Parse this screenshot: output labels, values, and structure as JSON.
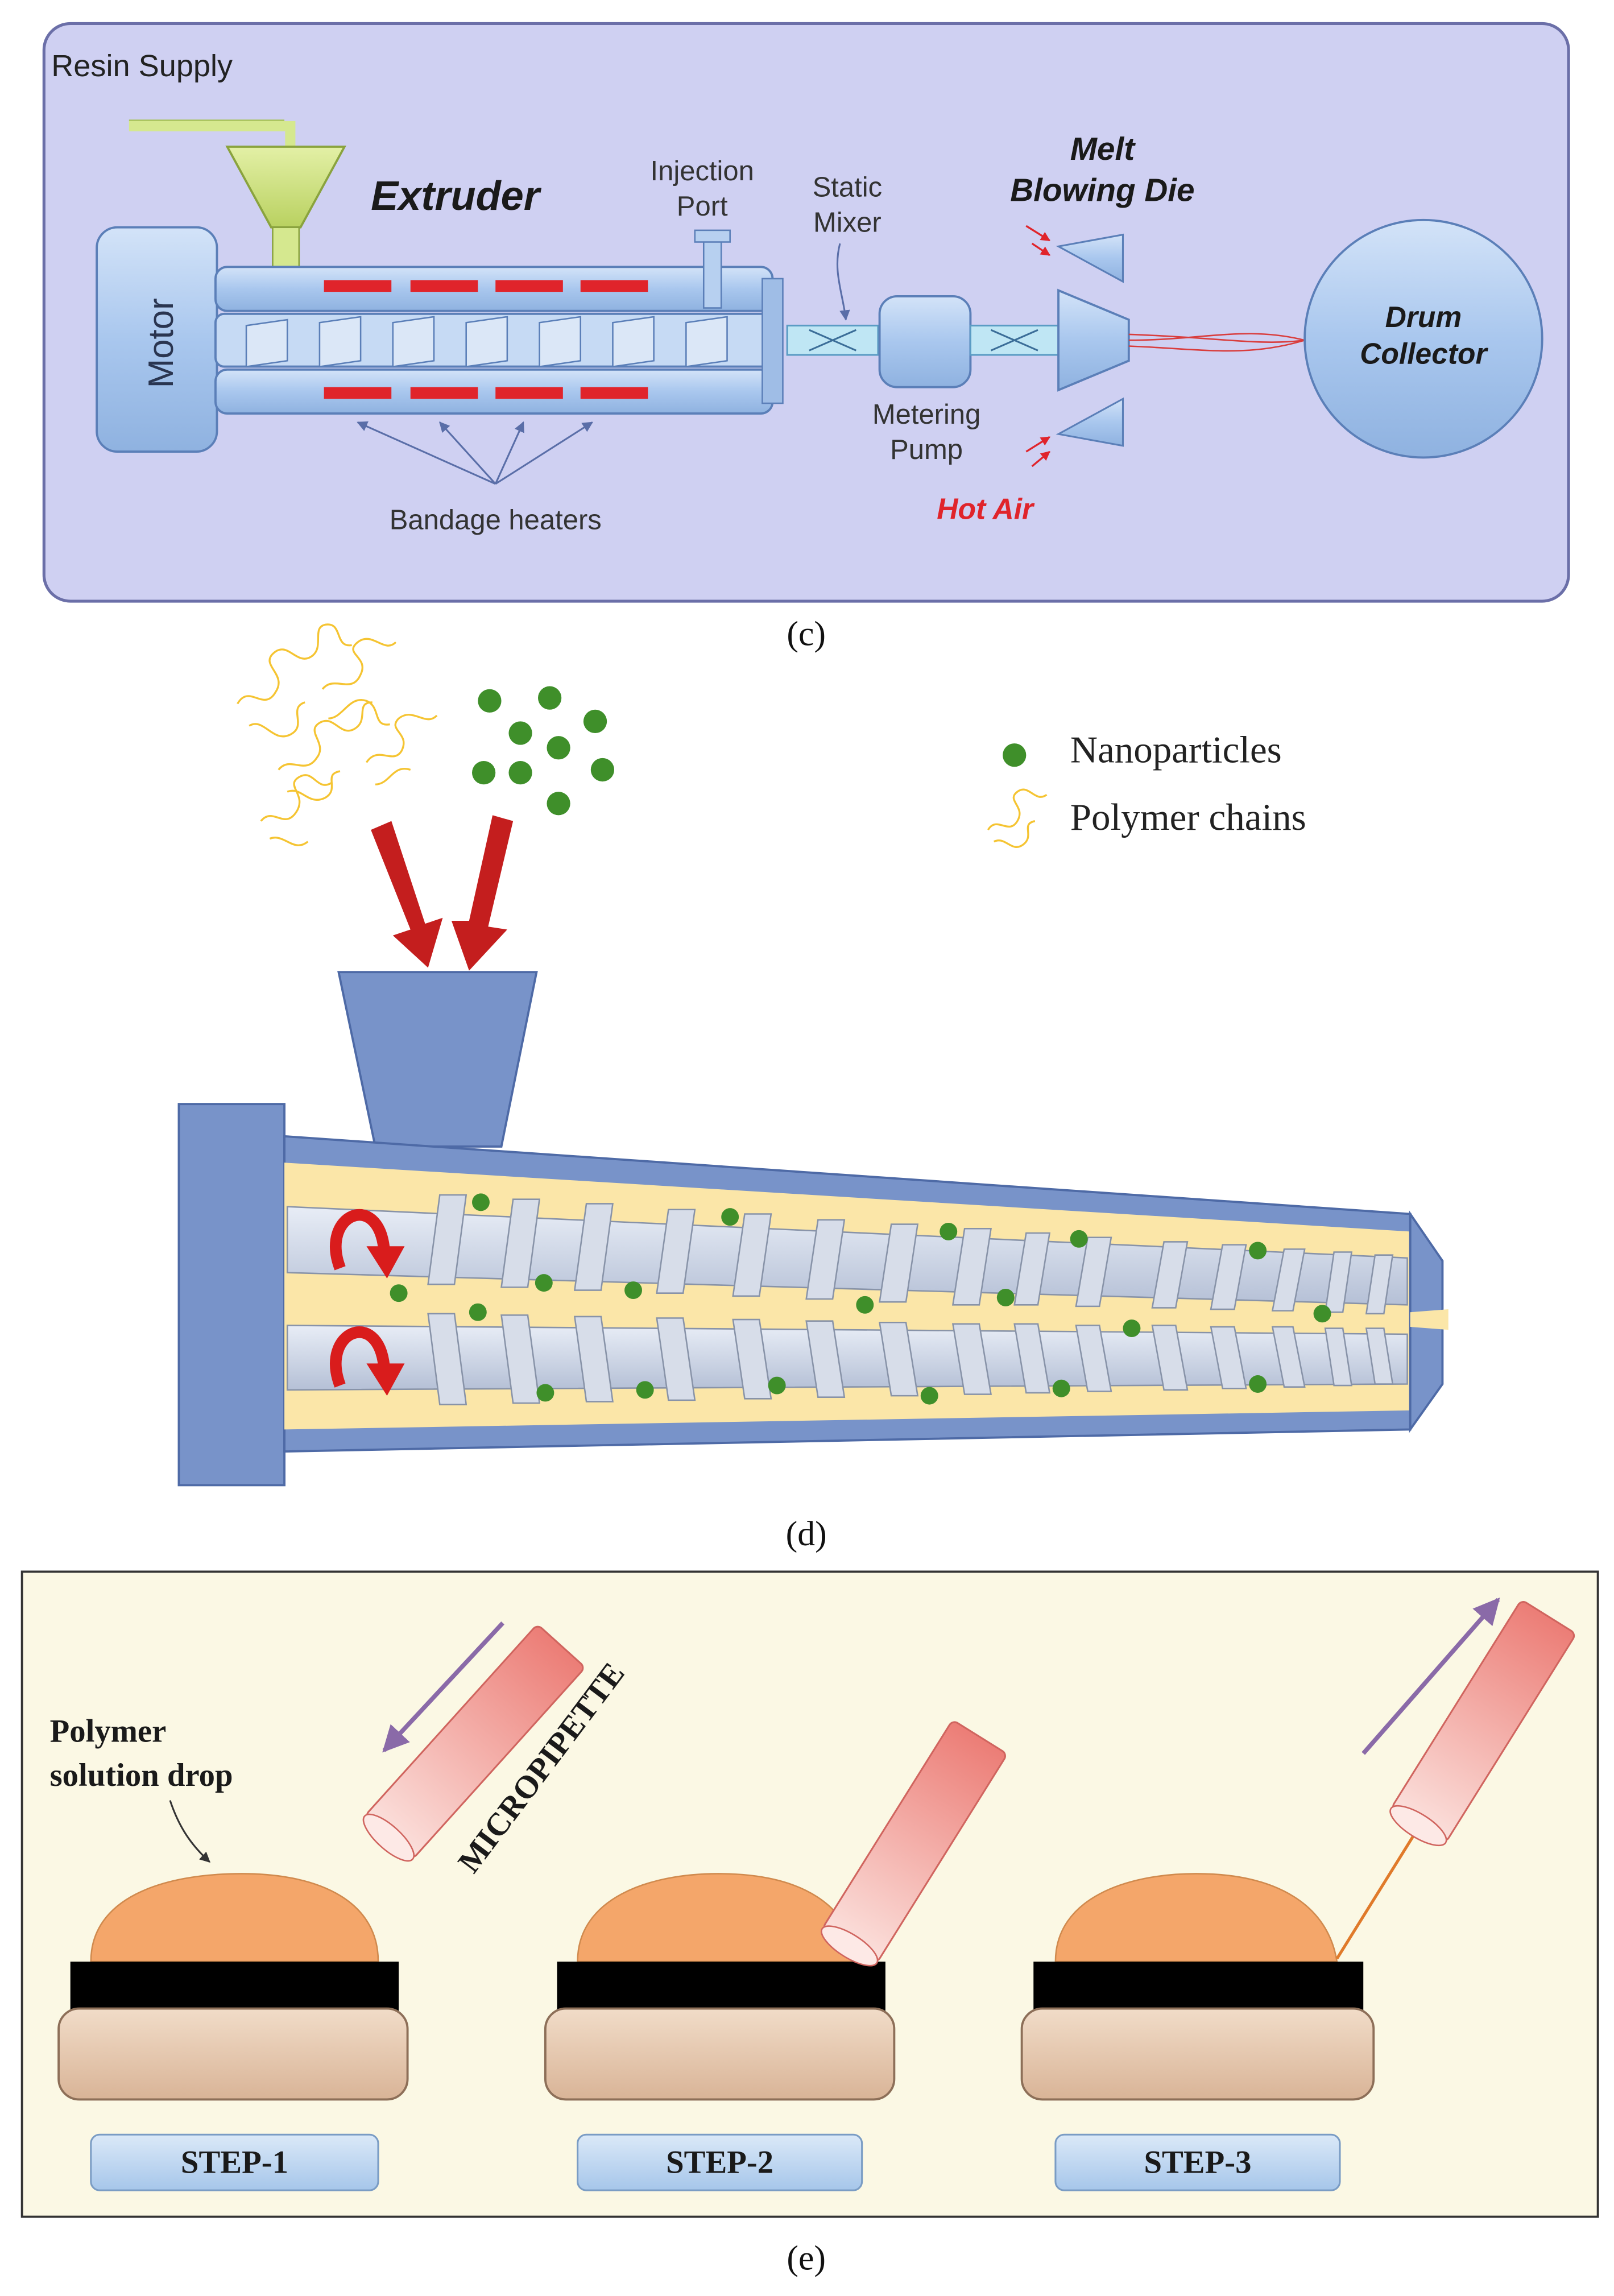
{
  "colors": {
    "panel_c_bg": "#cfd0f2",
    "panel_c_border": "#6b6fa8",
    "metal_blue": "#a9c7ee",
    "metal_edge": "#5b7fb8",
    "heater_red": "#e0242b",
    "hot_air_red": "#e0242b",
    "funnel_green": "#d5e88f",
    "extruder_blue": "#7893c9",
    "extruder_edge": "#4e6aa6",
    "melt_yellow": "#fbe6a8",
    "nanoparticle_green": "#3f8f2a",
    "polymer_yellow": "#f5c432",
    "flow_arrow_red": "#c41e1e",
    "panel_e_bg": "#fbf8e4",
    "drop_orange": "#f4a66a",
    "pipette_pink": "#f0908a",
    "base_tan": "#e7c8ad",
    "step_label_bg": "#bdd7f0",
    "motion_arrow_purple": "#8a6aa8"
  },
  "panel_c": {
    "resin_supply": "Resin Supply",
    "extruder": "Extruder",
    "motor": "Motor",
    "injection_port_line1": "Injection",
    "injection_port_line2": "Port",
    "static_mixer_line1": "Static",
    "static_mixer_line2": "Mixer",
    "melt_blowing_die_line1": "Melt",
    "melt_blowing_die_line2": "Blowing Die",
    "metering_pump_line1": "Metering",
    "metering_pump_line2": "Pump",
    "drum_collector_line1": "Drum",
    "drum_collector_line2": "Collector",
    "bandage_heaters": "Bandage heaters",
    "hot_air": "Hot Air",
    "caption": "(c)"
  },
  "panel_d": {
    "legend_nanoparticles": "Nanoparticles",
    "legend_polymer_chains": "Polymer chains",
    "caption": "(d)"
  },
  "panel_e": {
    "polymer_drop_line1": "Polymer",
    "polymer_drop_line2": "solution drop",
    "micropipette": "MICROPIPETTE",
    "step_labels": [
      "STEP-1",
      "STEP-2",
      "STEP-3"
    ],
    "caption": "(e)"
  }
}
